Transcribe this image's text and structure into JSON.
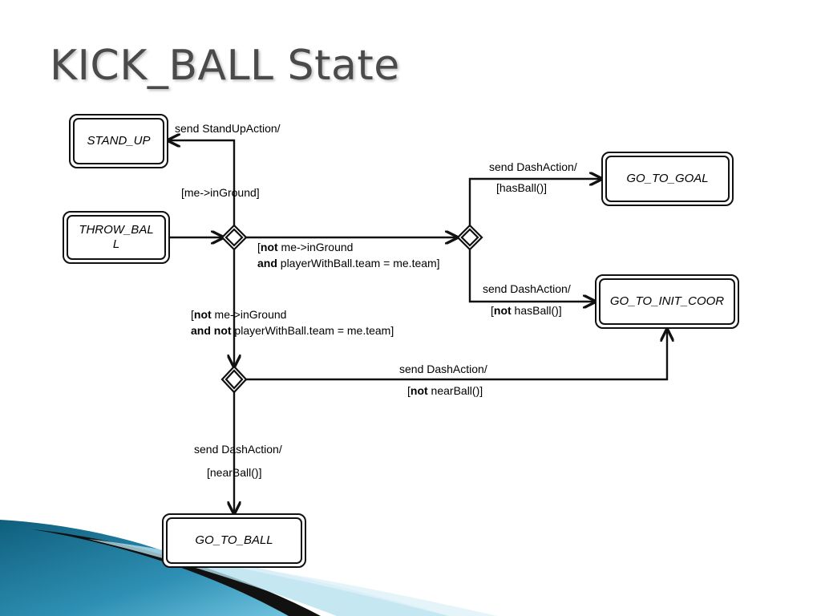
{
  "title": "KICK_BALL State",
  "states": {
    "stand_up": "STAND_UP",
    "throw_ball": "THROW_BALL",
    "go_to_goal": "GO_TO_GOAL",
    "go_to_init_coor": "GO_TO_INIT_COOR",
    "go_to_ball": "GO_TO_BALL"
  },
  "transitions": {
    "stand_up_action": "send StandUpAction/",
    "in_ground_guard": "[me->inGround]",
    "not_in_ground_team_1_pre": "[",
    "not_in_ground_team_1_kw": "not",
    "not_in_ground_team_1_post": " me->inGround",
    "not_in_ground_team_2_kw": "and",
    "not_in_ground_team_2_post": " playerWithBall.team = me.team]",
    "goal_action": "send DashAction/",
    "has_ball_guard": "[hasBall()]",
    "init_action": "send DashAction/",
    "not_has_ball_pre": "[",
    "not_has_ball_kw": "not",
    "not_has_ball_post": " hasBall()]",
    "not_team_1_pre": "[",
    "not_team_1_kw": "not",
    "not_team_1_post": " me->inGround",
    "not_team_2_kw": "and not",
    "not_team_2_post": " playerWithBall.team = me.team]",
    "far_action": "send DashAction/",
    "not_near_pre": "[",
    "not_near_kw": "not",
    "not_near_post": " nearBall()]",
    "near_action": "send DashAction/",
    "near_guard": "[nearBall()]"
  },
  "colors": {
    "title": "#4a4a4a",
    "line": "#111111",
    "wave_dark": "#0f5f7c",
    "wave_mid": "#2e8fb4",
    "wave_light": "#b7e1ef"
  }
}
